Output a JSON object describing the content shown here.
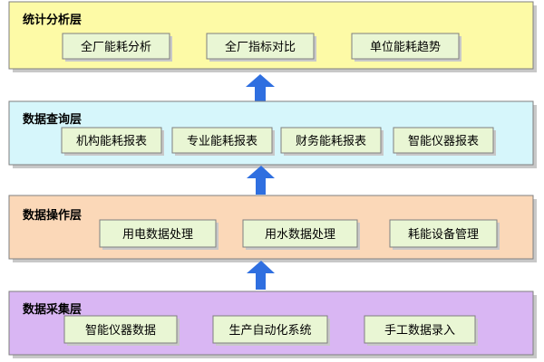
{
  "colors": {
    "band_stroke": "#7f7f7f",
    "box_stroke": "#7f7f7f",
    "arrow": "#2f6fe0",
    "shadow": "#c8c8c8"
  },
  "layers": [
    {
      "title": "统计分析层",
      "fill": "#fdfaa6",
      "box_fill": "#e9f6d4",
      "boxes": [
        "全厂能耗分析",
        "全厂指标对比",
        "单位能耗趋势"
      ]
    },
    {
      "title": "数据查询层",
      "fill": "#d6f6fb",
      "box_fill": "#e9f6d4",
      "boxes": [
        "机构能耗报表",
        "专业能耗报表",
        "财务能耗报表",
        "智能仪器报表"
      ]
    },
    {
      "title": "数据操作层",
      "fill": "#fbd8b8",
      "box_fill": "#e9f6d4",
      "boxes": [
        "用电数据处理",
        "用水数据处理",
        "耗能设备管理"
      ]
    },
    {
      "title": "数据采集层",
      "fill": "#d9b6f3",
      "box_fill": "#e9f6d4",
      "boxes": [
        "智能仪器数据",
        "生产自动化系统",
        "手工数据录入"
      ]
    }
  ]
}
